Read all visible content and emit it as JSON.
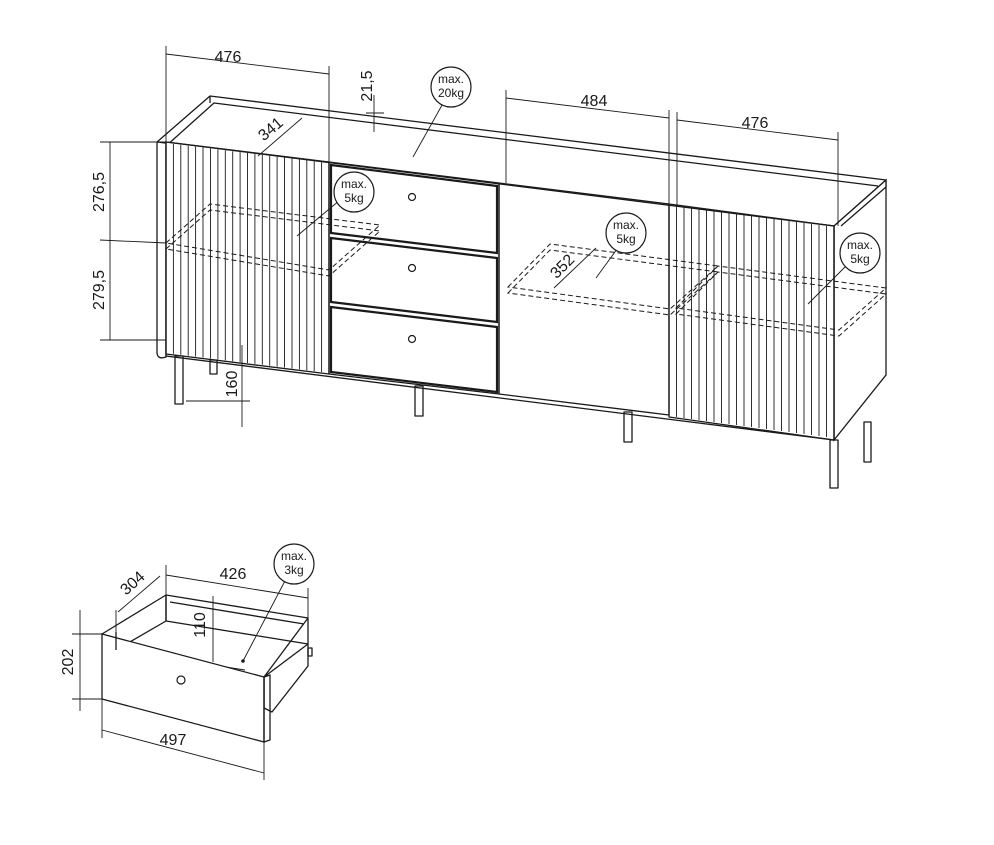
{
  "sideboard": {
    "dimensions": {
      "left_door_width": "476",
      "middle_door_width": "484",
      "right_door_width": "476",
      "top_clearance": "21,5",
      "left_shelf_depth": "341",
      "middle_shelf_depth": "352",
      "upper_compartment_height": "276,5",
      "lower_compartment_height": "279,5",
      "leg_height": "160"
    },
    "loads": {
      "top_label": "max.",
      "top_value": "20kg",
      "shelf_left_label": "max.",
      "shelf_left_value": "5kg",
      "shelf_middle_label": "max.",
      "shelf_middle_value": "5kg",
      "shelf_right_label": "max.",
      "shelf_right_value": "5kg"
    }
  },
  "drawer": {
    "dimensions": {
      "depth": "304",
      "inner_width": "426",
      "inner_height": "110",
      "front_height": "202",
      "front_width": "497"
    },
    "loads": {
      "label": "max.",
      "value": "3kg"
    }
  }
}
